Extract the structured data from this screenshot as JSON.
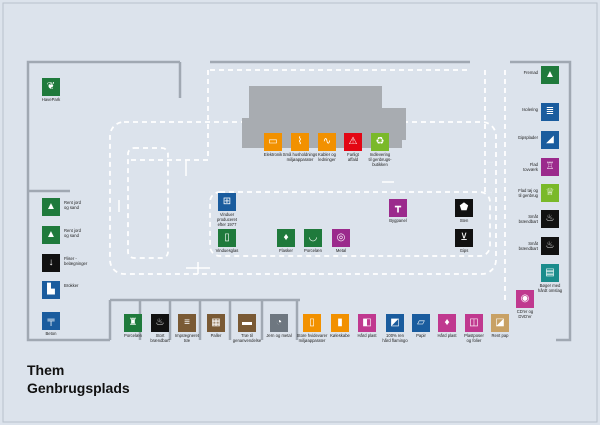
{
  "title": {
    "line1": "Them",
    "line2": "Genbrugsplads"
  },
  "colors": {
    "background": "#dce3ec",
    "wall": "#9aa4af",
    "building": "#a8acb1",
    "green": "#1f7a3c",
    "black": "#111111",
    "blue": "#1a5c9e",
    "orange": "#f29100",
    "red": "#e30613",
    "lime": "#7ab929",
    "purple": "#9b2a8c",
    "teal": "#1a8c8c",
    "pink": "#c0398f",
    "brown": "#7a5a35",
    "olive": "#8a6d3b",
    "grey": "#6e7780",
    "white": "#ffffff"
  },
  "signs": [
    {
      "id": "havepark",
      "label": "HavePark",
      "color": "#1f7a3c",
      "icon": "leaf-icon"
    },
    {
      "id": "rent-jord-1",
      "label": "Rent jord\nog sand",
      "color": "#1f7a3c",
      "icon": "soil-icon"
    },
    {
      "id": "rent-jord-2",
      "label": "Rent jord\nog sand",
      "color": "#1f7a3c",
      "icon": "soil-icon"
    },
    {
      "id": "fliser",
      "label": "Fliser -\nbelægninger",
      "color": "#111111",
      "icon": "arrow-down-icon"
    },
    {
      "id": "brokker",
      "label": "Brokker",
      "color": "#1a5c9e",
      "icon": "stairs-icon"
    },
    {
      "id": "beton",
      "label": "Beton",
      "color": "#1a5c9e",
      "icon": "beam-icon"
    },
    {
      "id": "porcelaen",
      "label": "Porcelæn",
      "color": "#1f7a3c",
      "icon": "toilet-icon"
    },
    {
      "id": "stort-braendbart-1",
      "label": "Stort\nbrændbart",
      "color": "#111111",
      "icon": "flame-icon"
    },
    {
      "id": "imp-trae",
      "label": "Imprægneret\ntræ",
      "color": "#7a5a35",
      "icon": "wood-icon"
    },
    {
      "id": "paller",
      "label": "Paller",
      "color": "#7a5a35",
      "icon": "pallet-icon"
    },
    {
      "id": "trae-genbrug",
      "label": "Træ til\ngenanvendelse",
      "color": "#7a5a35",
      "icon": "plank-icon"
    },
    {
      "id": "jern-metal",
      "label": "Jern og metal",
      "color": "#6e7780",
      "icon": "pan-icon"
    },
    {
      "id": "store-hvidevarer",
      "label": "Store hvidevarer\nmiljøapparater",
      "color": "#f29100",
      "icon": "fridge-icon"
    },
    {
      "id": "kuleskabe",
      "label": "Køleskabe",
      "color": "#f29100",
      "icon": "cabinet-icon"
    },
    {
      "id": "haard-plast",
      "label": "Hård plast",
      "color": "#c0398f",
      "icon": "plastic-icon"
    },
    {
      "id": "pvc",
      "label": "100% ren\nhård flamingo",
      "color": "#1a5c9e",
      "icon": "foam-icon"
    },
    {
      "id": "papir",
      "label": "Papir",
      "color": "#1a5c9e",
      "icon": "paper-icon"
    },
    {
      "id": "flasker",
      "label": "Hård plast",
      "color": "#c0398f",
      "icon": "bottle-icon"
    },
    {
      "id": "plast-folie",
      "label": "Plastposer\nog folier",
      "color": "#c0398f",
      "icon": "bag-icon"
    },
    {
      "id": "rent-pap-1",
      "label": "Rent pap",
      "color": "#c8a165",
      "icon": "cardboard-icon"
    },
    {
      "id": "rent-pap-2",
      "label": "Rent pap",
      "color": "#c8a165",
      "icon": "cardboard-icon"
    },
    {
      "id": "elektronik",
      "label": "Elektronik",
      "color": "#f29100",
      "icon": "screen-icon"
    },
    {
      "id": "smaa-elektronik",
      "label": "Små husholdnings\nmiljøapparater",
      "color": "#f29100",
      "icon": "vacuum-icon"
    },
    {
      "id": "kabler",
      "label": "Kabler og\nledninger",
      "color": "#f29100",
      "icon": "cable-icon"
    },
    {
      "id": "farligt-affald",
      "label": "Farligt\naffald",
      "color": "#e30613",
      "icon": "warning-icon"
    },
    {
      "id": "indlevering",
      "label": "Indlevering\ntil genbrugs-\nbutikken",
      "color": "#7ab929",
      "icon": "recycle-icon"
    },
    {
      "id": "vinduer",
      "label": "Vinduer\nproduceret\nefter 1977",
      "color": "#1a5c9e",
      "icon": "window-icon"
    },
    {
      "id": "vinduesglas",
      "label": "Vinduesglas",
      "color": "#1f7a3c",
      "icon": "glass-icon"
    },
    {
      "id": "flasker-glas",
      "label": "Flasker",
      "color": "#1f7a3c",
      "icon": "bottle-icon"
    },
    {
      "id": "porcelaen-2",
      "label": "Porcelæn",
      "color": "#1f7a3c",
      "icon": "cup-icon"
    },
    {
      "id": "metal-daaser",
      "label": "Metal",
      "color": "#9b2a8c",
      "icon": "can-icon"
    },
    {
      "id": "bygpanel",
      "label": "Bygpanel",
      "color": "#9b2a8c",
      "icon": "panel-icon"
    },
    {
      "id": "sten",
      "label": "Sten",
      "color": "#111111",
      "icon": "weight-icon"
    },
    {
      "id": "gipsaffald",
      "label": "Gips",
      "color": "#111111",
      "icon": "gypsum-icon"
    },
    {
      "id": "fremad",
      "label": "Fremad",
      "color": "#1f7a3c",
      "icon": "triangle-icon"
    },
    {
      "id": "isolering",
      "label": "Isolering",
      "color": "#1a5c9e",
      "icon": "insulation-icon"
    },
    {
      "id": "gipsplader",
      "label": "Gipsplader",
      "color": "#1a5c9e",
      "icon": "board-icon"
    },
    {
      "id": "flad-tekstil",
      "label": "Flad\ntovværk",
      "color": "#9b2a8c",
      "icon": "tie-icon"
    },
    {
      "id": "tekstil",
      "label": "Flad tøj og\ntil genbrug",
      "color": "#7ab929",
      "icon": "shirt-icon"
    },
    {
      "id": "smaa-braendbart",
      "label": "Småt\nbrændbart",
      "color": "#111111",
      "icon": "flame-icon"
    },
    {
      "id": "stort-braendbart-2",
      "label": "Småt\nbrændbart",
      "color": "#111111",
      "icon": "flame-icon"
    },
    {
      "id": "bogen",
      "label": "Bøger med\nhårdt omslag",
      "color": "#1a8c8c",
      "icon": "book-icon"
    },
    {
      "id": "cd-dvd",
      "label": "CD'er og\nDVD'er",
      "color": "#c0398f",
      "icon": "disc-icon"
    }
  ]
}
